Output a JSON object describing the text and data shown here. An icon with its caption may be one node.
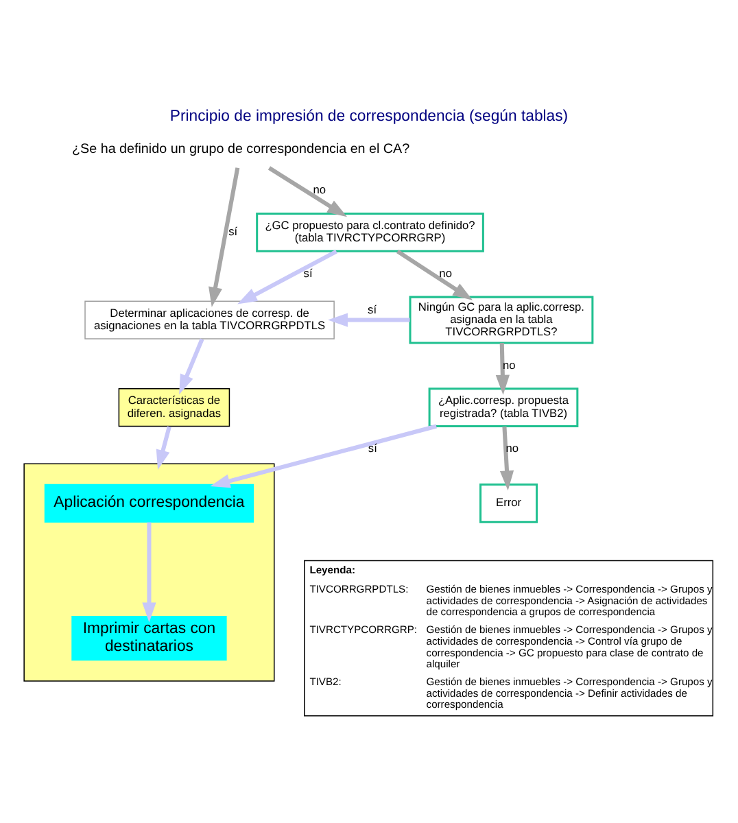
{
  "diagram": {
    "title": "Principio de impresión de correspondencia (según tablas)",
    "nodes": [
      {
        "text": [
          "¿Se ha definido un grupo de correspondencia en el CA?"
        ]
      },
      {
        "text": [
          "Determinar aplicaciones de corresp. de asignaciones en la tabla TIVCORRGRPDTLS"
        ]
      },
      {
        "text": [
          "¿GC propuesto para cl.contrato definido? (tabla TIVRCTYPCORRGRP)"
        ]
      },
      {
        "text": [
          "Características de diferen. asignadas"
        ]
      },
      {
        "text": [],
        "shape": "box"
      },
      {
        "text": [
          "Aplicación correspondencia"
        ],
        "in": 4
      },
      {
        "text": [
          "Imprimir cartas con destinatarios"
        ],
        "in": 4
      },
      {
        "text": [
          "Ningún GC para la aplic.corresp. asignada en la tabla TIVCORRGRPDTLS?"
        ]
      },
      {
        "text": [
          "¿Aplic.corresp. propuesta registrada? (tabla TIVB2)"
        ]
      },
      {
        "text": [
          "Error"
        ]
      }
    ],
    "edges": [
      {
        "from": 0,
        "to": 1,
        "arrow": "to",
        "label": "sí",
        "color": "#a6a6a6"
      },
      {
        "from": 0,
        "to": 2,
        "arrow": "to",
        "label": "no",
        "color": "#a6a6a6"
      },
      {
        "from": 2,
        "to": 1,
        "arrow": "to",
        "label": "sí"
      },
      {
        "from": 1,
        "to": 3,
        "arrow": "to"
      },
      {
        "from": 3,
        "to": 4,
        "arrow": "to"
      },
      {
        "from": 5,
        "to": 6,
        "arrow": "to"
      },
      {
        "from": 2,
        "to": 7,
        "arrow": "to",
        "label": "no",
        "color": "#a6a6a6"
      },
      {
        "from": 7,
        "to": 1,
        "arrow": "to",
        "label": "sí"
      },
      {
        "from": 7,
        "to": 8,
        "arrow": "to",
        "label": "no",
        "color": "#a6a6a6"
      },
      {
        "from": 8,
        "to": 5,
        "arrow": "to",
        "label": "sí"
      },
      {
        "from": 8,
        "to": 9,
        "arrow": "to",
        "label": "no",
        "color": "#a6a6a6"
      }
    ],
    "labels": [
      "Leyenda:",
      "TIVCORRGRPDTLS:",
      "Gestión de bienes inmuebles -> Correspondencia -> Grupos y actividades de correspondencia -> Asignación de actividades de correspondencia a grupos de correspondencia",
      "TIVRCTYPCORRGRP:",
      "Gestión de bienes inmuebles -> Correspondencia -> Grupos y actividades de correspondencia -> Control vía grupo de correspondencia -> GC propuesto para clase de contrato de alquiler",
      "TIVB2:",
      "Gestión de bienes inmuebles -> Correspondencia -> Grupos y actividades de correspondencia -> Definir actividades de correspondencia"
    ]
  }
}
